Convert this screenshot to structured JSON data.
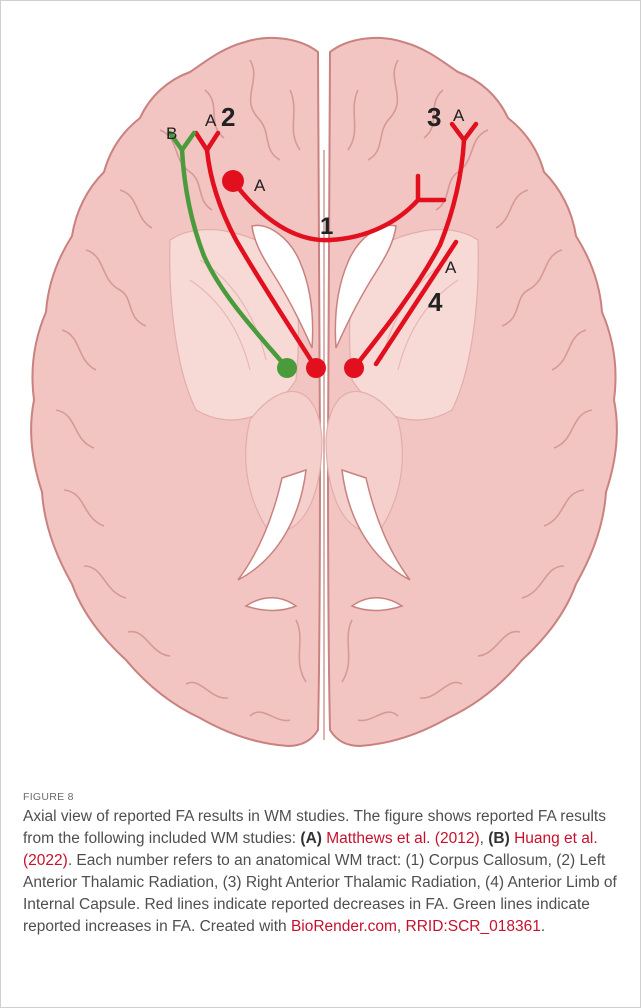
{
  "figure": {
    "labels": {
      "tract_1": "1",
      "tract_2": "2",
      "tract_3": "3",
      "tract_4": "4",
      "study_a": "A",
      "study_b": "B"
    },
    "colors": {
      "decrease_line": "#e2101e",
      "increase_line": "#4a9b3c",
      "brain_fill": "#f2c4c2",
      "brain_outline": "#c9827f",
      "deep_matter": "#f7d9d6"
    }
  },
  "caption": {
    "label": "FIGURE 8",
    "p1": "Axial view of reported FA results in WM studies. The figure shows reported FA results from the following included WM studies: ",
    "a_tag": "(A)",
    "sp1": " ",
    "a_link": "Matthews et al. (2012)",
    "sep1": ", ",
    "b_tag": "(B)",
    "sp2": " ",
    "b_link": "Huang et al. (2022)",
    "p2": ". Each number refers to an anatomical WM tract: (1) Corpus Callosum, (2) Left Anterior Thalamic Radiation, (3) Right Anterior Thalamic Radiation, (4) Anterior Limb of Internal Capsule. Red lines indicate reported decreases in FA. Green lines indicate reported increases in FA. Created with ",
    "biorender_link": "BioRender.com",
    "sep2": ", ",
    "rrid_link": "RRID:SCR_018361",
    "end": "."
  }
}
